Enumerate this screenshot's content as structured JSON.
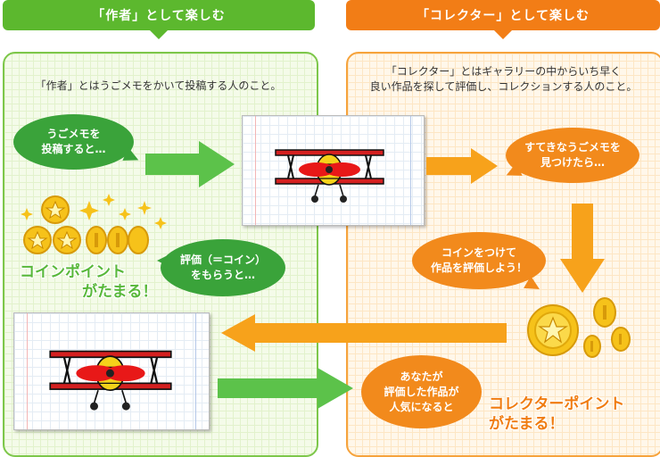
{
  "author": {
    "header": "「作者」として楽しむ",
    "intro": "「作者」とはうごメモをかいて投稿する人のこと。",
    "bubble_post": [
      "うごメモを",
      "投稿すると…"
    ],
    "bubble_rating": [
      "評価（＝コイン）",
      "をもらうと…"
    ],
    "points": [
      "コインポイント",
      "がたまる！"
    ]
  },
  "collector": {
    "header": "「コレクター」として楽しむ",
    "intro": [
      "「コレクター」とはギャラリーの中からいち早く",
      "良い作品を探して評価し、コレクションする人のこと。"
    ],
    "bubble_find": [
      "すてきなうごメモを",
      "見つけたら…"
    ],
    "bubble_coin": [
      "コインをつけて",
      "作品を評価しよう！"
    ],
    "bubble_popular": [
      "あなたが",
      "評価した作品が",
      "人気になると"
    ],
    "points": [
      "コレクターポイント",
      "がたまる！"
    ]
  },
  "colors": {
    "green_header": "#5cb82e",
    "orange_header": "#f27d16",
    "green_arrow": "#5cc24a",
    "orange_arrow": "#f7a21b",
    "coin": "#f6c21a"
  }
}
